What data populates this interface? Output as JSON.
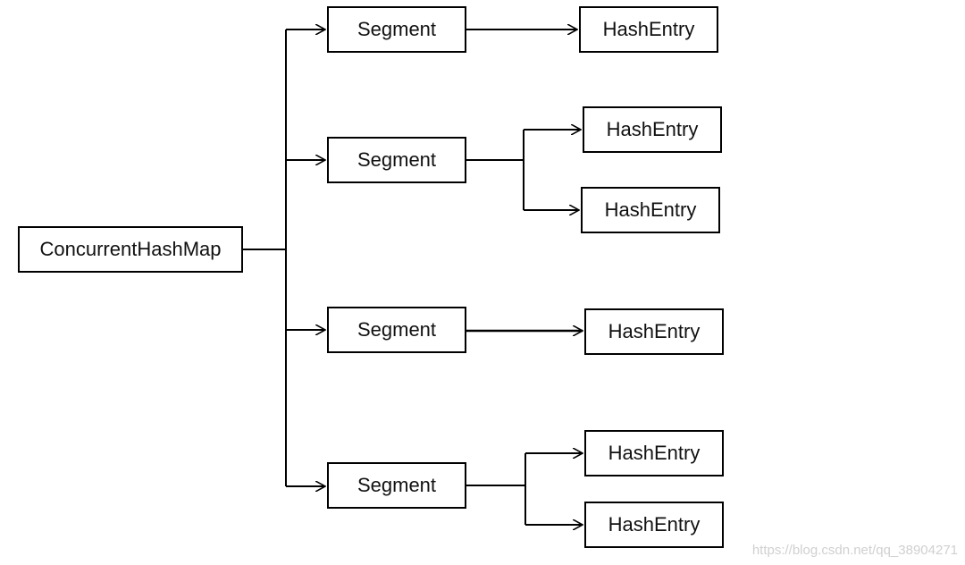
{
  "diagram": {
    "root": {
      "label": "ConcurrentHashMap"
    },
    "segments": [
      {
        "label": "Segment",
        "entries": [
          {
            "label": "HashEntry"
          }
        ]
      },
      {
        "label": "Segment",
        "entries": [
          {
            "label": "HashEntry"
          },
          {
            "label": "HashEntry"
          }
        ]
      },
      {
        "label": "Segment",
        "entries": [
          {
            "label": "HashEntry"
          }
        ]
      },
      {
        "label": "Segment",
        "entries": [
          {
            "label": "HashEntry"
          },
          {
            "label": "HashEntry"
          }
        ]
      }
    ]
  },
  "watermark": "https://blog.csdn.net/qq_38904271",
  "colors": {
    "line": "#000000",
    "box_border": "#000000",
    "text": "#111111",
    "watermark": "#d0d0d0"
  }
}
